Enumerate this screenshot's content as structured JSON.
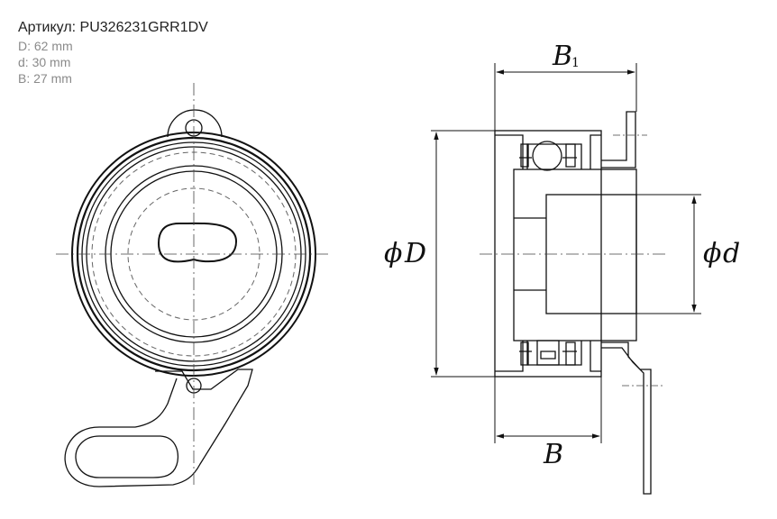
{
  "header": {
    "article": "Артикул: PU326231GRR1DV",
    "specs": [
      "D: 62 mm",
      "d: 30 mm",
      "B: 27 mm"
    ]
  },
  "dimensions": {
    "b1_main": "B",
    "b1_sub": "1",
    "phi": "ϕ",
    "D": "D",
    "d": "d",
    "B": "B"
  },
  "colors": {
    "line": "#111111",
    "gray_text": "#8a8a8a",
    "hidden": "#666666"
  }
}
